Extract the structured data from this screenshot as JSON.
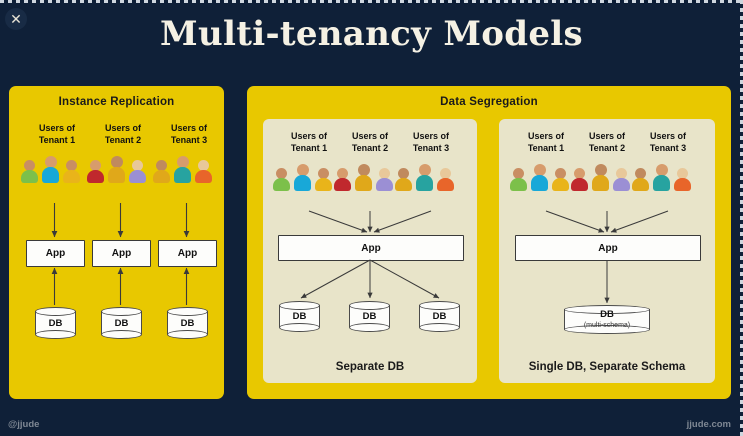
{
  "window": {
    "close_icon": "✕"
  },
  "header": {
    "title": "Multi-tenancy Models"
  },
  "panels": {
    "left": {
      "title": "Instance Replication",
      "tenants": [
        {
          "label": "Users of\nTenant 1",
          "colors": [
            "#7cc04a",
            "#18a8d8",
            "#e9b41a"
          ]
        },
        {
          "label": "Users of\nTenant 2",
          "colors": [
            "#c0282d",
            "#e0a81a",
            "#9b8fd4"
          ]
        },
        {
          "label": "Users of\nTenant 3",
          "colors": [
            "#e0a81a",
            "#27a3a0",
            "#e8652a"
          ]
        }
      ],
      "apps": [
        "App",
        "App",
        "App"
      ],
      "dbs": [
        "DB",
        "DB",
        "DB"
      ]
    },
    "right": {
      "title": "Data Segregation",
      "sub": [
        {
          "caption": "Separate DB",
          "tenants": [
            {
              "label": "Users of\nTenant 1",
              "colors": [
                "#7cc04a",
                "#18a8d8",
                "#e9b41a"
              ]
            },
            {
              "label": "Users of\nTenant 2",
              "colors": [
                "#c0282d",
                "#e0a81a",
                "#9b8fd4"
              ]
            },
            {
              "label": "Users of\nTenant 3",
              "colors": [
                "#e0a81a",
                "#27a3a0",
                "#e8652a"
              ]
            }
          ],
          "app": "App",
          "dbs": [
            "DB",
            "DB",
            "DB"
          ]
        },
        {
          "caption": "Single DB, Separate Schema",
          "tenants": [
            {
              "label": "Users of\nTenant 1",
              "colors": [
                "#7cc04a",
                "#18a8d8",
                "#e9b41a"
              ]
            },
            {
              "label": "Users of\nTenant 2",
              "colors": [
                "#c0282d",
                "#e0a81a",
                "#9b8fd4"
              ]
            },
            {
              "label": "Users of\nTenant 3",
              "colors": [
                "#e0a81a",
                "#27a3a0",
                "#e8652a"
              ]
            }
          ],
          "app": "App",
          "db": {
            "label": "DB",
            "sublabel": "(multi-schema)"
          }
        }
      ]
    }
  },
  "footer": {
    "handle": "@jjude",
    "site": "jjude.com"
  },
  "theme": {
    "background": "#0f2038",
    "panel_yellow": "#e8c800",
    "sub_beige": "#e8e4c9",
    "title_color": "#f5f1e4",
    "footer_color": "#7e8793"
  }
}
